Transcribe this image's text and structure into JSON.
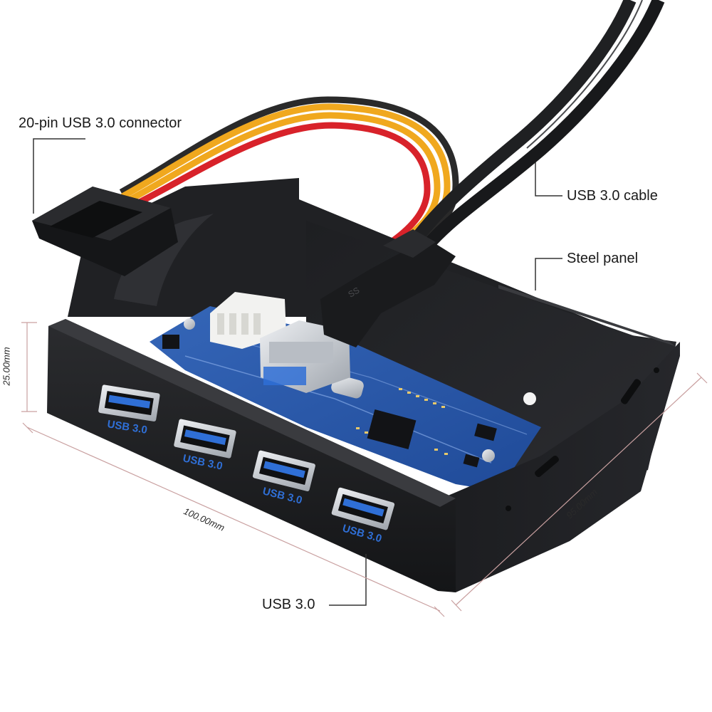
{
  "callouts": {
    "connector": "20-pin USB 3.0 connector",
    "cable": "USB 3.0 cable",
    "panel": "Steel panel",
    "ports": "USB 3.0"
  },
  "dimensions": {
    "height": "25.00mm",
    "width": "100.00mm",
    "depth": "95.00mm"
  },
  "port_labels": [
    "USB 3.0",
    "USB 3.0",
    "USB 3.0",
    "USB 3.0"
  ],
  "colors": {
    "bracket": "#1d1e20",
    "pcb": "#2a55a8",
    "port_blue": "#2f6fd6",
    "dim_line": "#c9a0a0",
    "red_wire": "#d8222a",
    "yellow_wire": "#f0a81e"
  }
}
